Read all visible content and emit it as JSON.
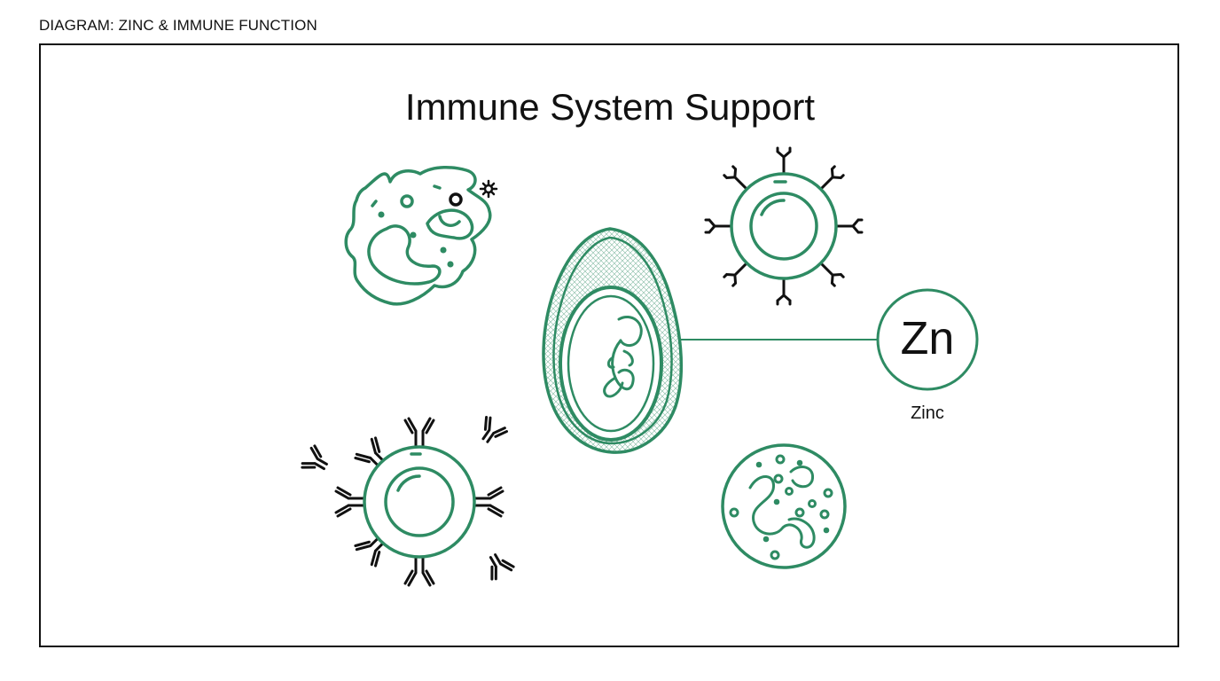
{
  "header": {
    "label": "DIAGRAM: ZINC & IMMUNE FUNCTION"
  },
  "diagram": {
    "title": "Immune System Support",
    "element": {
      "symbol": "Zn",
      "name": "Zinc"
    },
    "cells": [
      {
        "icon": "macrophage-icon"
      },
      {
        "icon": "t-cell-receptor-icon"
      },
      {
        "icon": "embryo-egg-icon"
      },
      {
        "icon": "b-cell-antibody-icon"
      },
      {
        "icon": "granulocyte-icon"
      }
    ]
  },
  "colors": {
    "accent": "#2e8b63",
    "ink": "#111111",
    "background": "#ffffff"
  }
}
